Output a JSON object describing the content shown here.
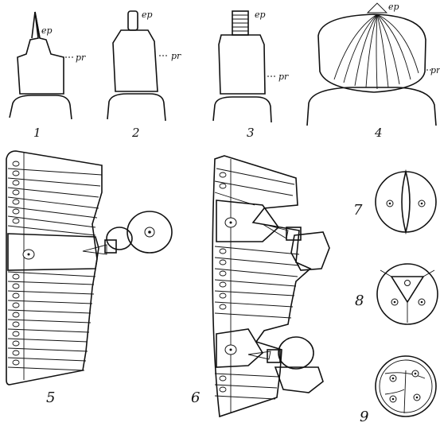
{
  "labels": {
    "ep": "ep",
    "pr": "pr"
  },
  "figures": {
    "fig1": "1",
    "fig2": "2",
    "fig3": "3",
    "fig4": "4",
    "fig5": "5",
    "fig6": "6",
    "fig7": "7",
    "fig8": "8",
    "fig9": "9"
  },
  "colors": {
    "ink": "#111111",
    "paper": "#ffffff",
    "light_cell": "#f3f3f3"
  }
}
